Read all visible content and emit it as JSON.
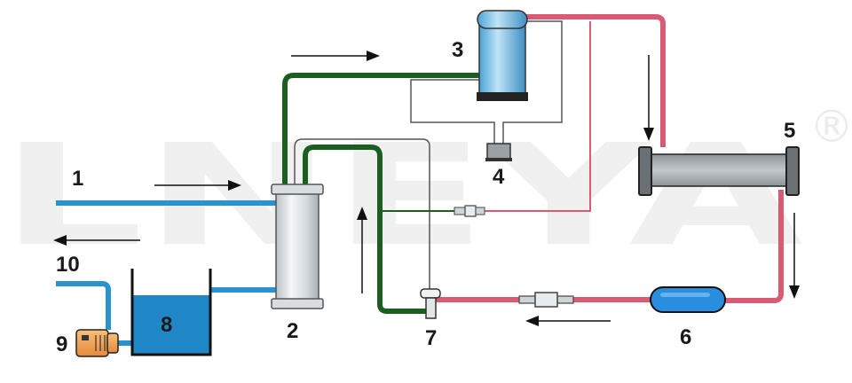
{
  "watermark": {
    "text": "LNEYA",
    "mark": "®"
  },
  "labels": {
    "n1": "1",
    "n2": "2",
    "n3": "3",
    "n4": "4",
    "n5": "5",
    "n6": "6",
    "n7": "7",
    "n8": "8",
    "n9": "9",
    "n10": "10"
  },
  "colors": {
    "water_blue": "#2a93cf",
    "refrigerant_red": "#db5a73",
    "refrigerant_green": "#1b5e20",
    "line_gray": "#555555",
    "tank_water": "#1f86c8",
    "pump_orange": "#f2a04a"
  },
  "icons": {
    "condenser_2": "shell-and-tube-heat-exchanger-icon",
    "compressor_3": "compressor-icon",
    "pressure_switch_4": "pressure-switch-icon",
    "evaporator_5": "evaporator-icon",
    "receiver_6": "liquid-receiver-icon",
    "expansion_valve_7": "expansion-valve-icon",
    "tank_8": "water-tank-icon",
    "pump_9": "water-pump-icon"
  }
}
